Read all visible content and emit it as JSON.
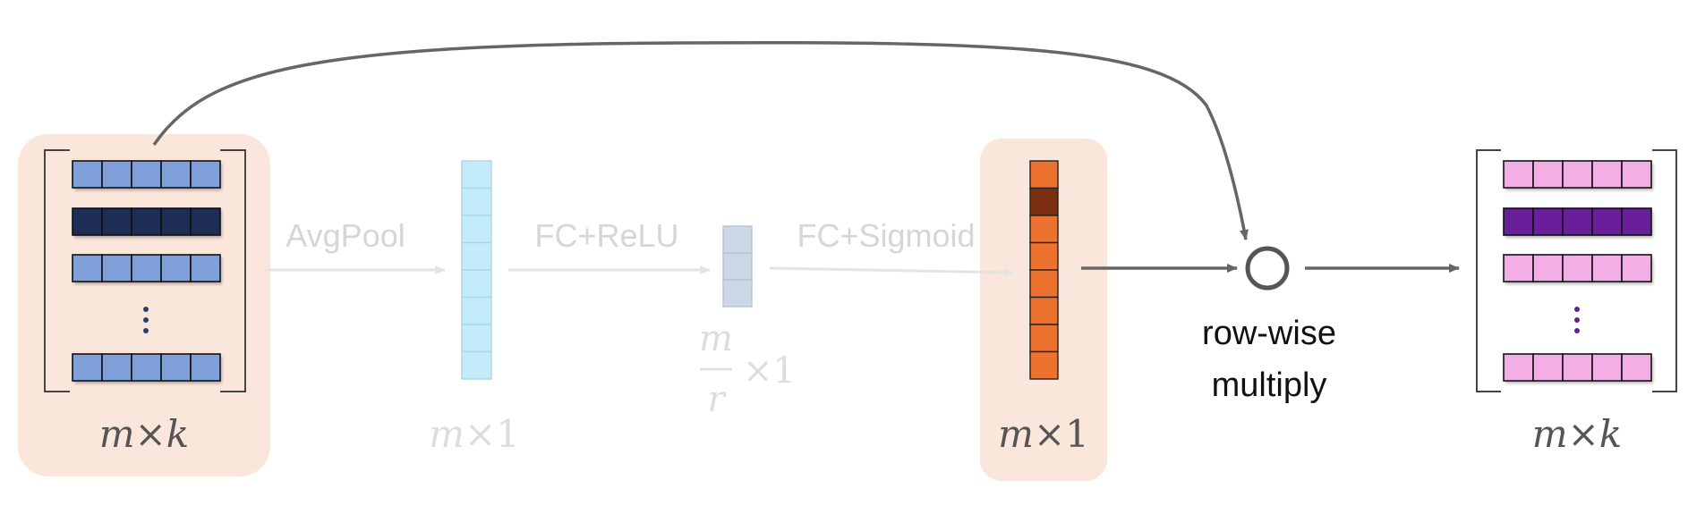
{
  "labels": {
    "avgpool": "AvgPool",
    "fc_relu": "FC+ReLU",
    "fc_sigmoid": "FC+Sigmoid",
    "rowwise_line1": "row-wise",
    "rowwise_line2": "multiply"
  },
  "dims": {
    "input": {
      "a": "m",
      "op": "×",
      "b": "k"
    },
    "pooled": {
      "a": "m",
      "op": "×",
      "b": "1"
    },
    "reduced": {
      "num": "m",
      "den": "r",
      "op": "×",
      "b": "1"
    },
    "weights": {
      "a": "m",
      "op": "×",
      "b": "1"
    },
    "output": {
      "a": "m",
      "op": "×",
      "b": "k"
    }
  },
  "colors": {
    "highlight_bg": "#fbe6dc",
    "input_row": "#7f9fd8",
    "input_row_dark": "#1e2d55",
    "pooled_cell": "#c3ebfa",
    "reduced_cell": "#cdd8e6",
    "weight_cell": "#ec7230",
    "weight_cell_dark": "#7a3010",
    "output_row": "#f4aee6",
    "output_row_dark": "#6a1f9a",
    "faded_text": "#d6d6d6",
    "dark_arrow": "#666666"
  },
  "icons": {
    "ellipsis": "vertical-ellipsis-icon",
    "multiply": "circle-multiply-icon"
  }
}
